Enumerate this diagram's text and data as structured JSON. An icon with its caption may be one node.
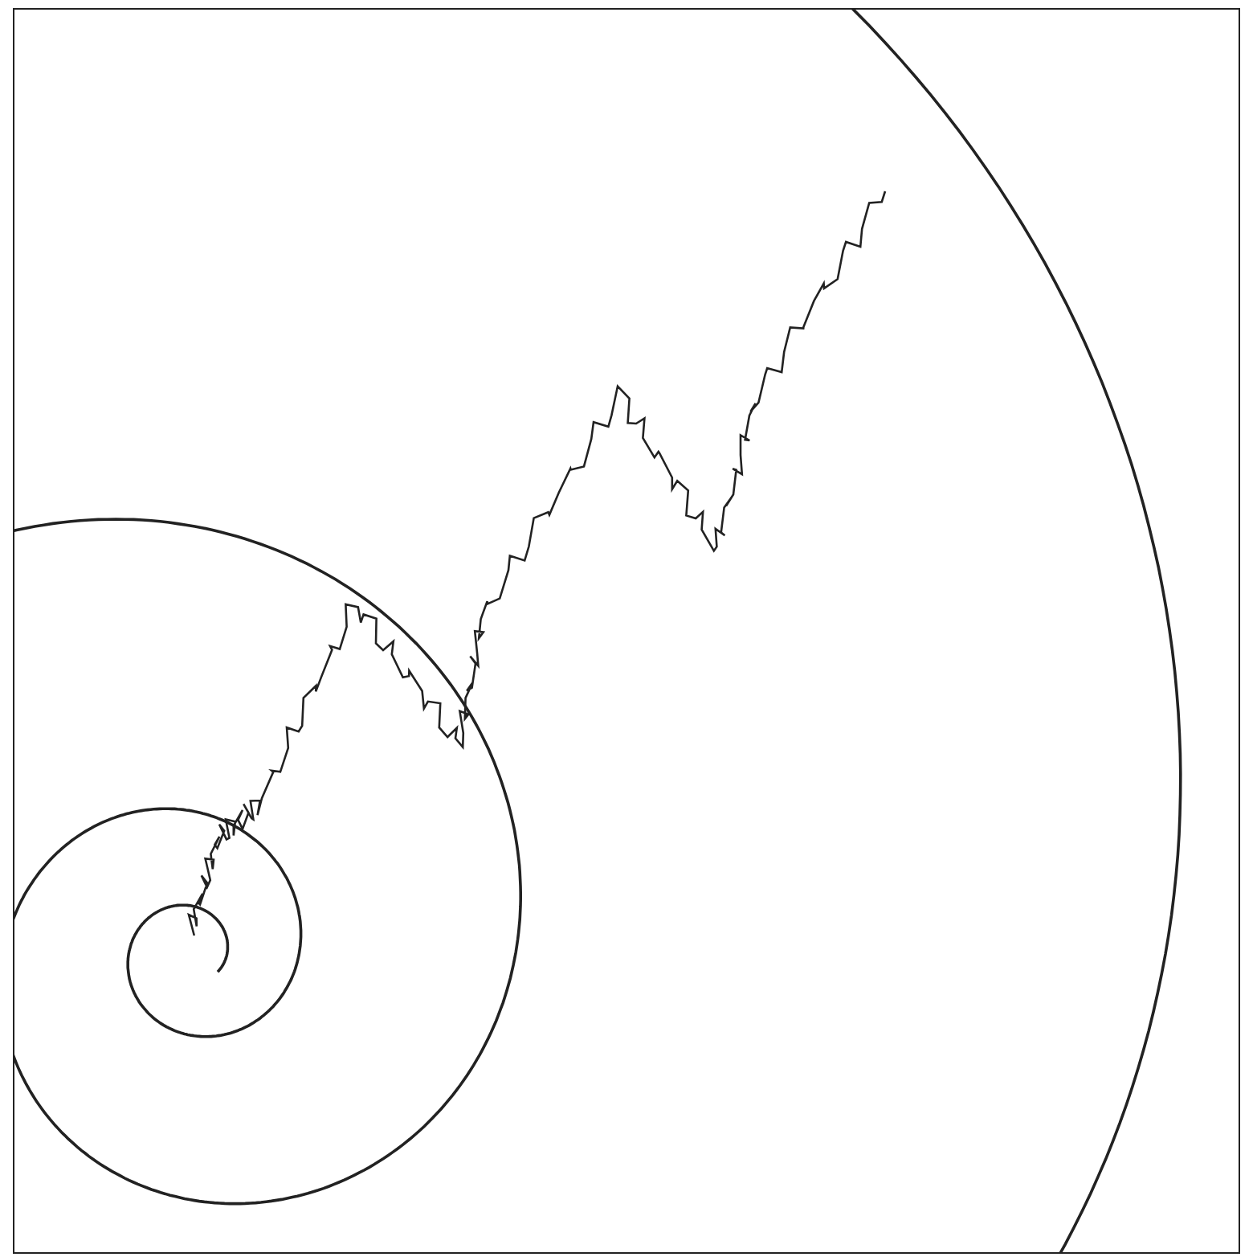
{
  "diagram": {
    "nodes": [
      {
        "text": [],
        "shape": "box"
      },
      {
        "text": [],
        "shape": "picture",
        "in": 0
      }
    ]
  }
}
